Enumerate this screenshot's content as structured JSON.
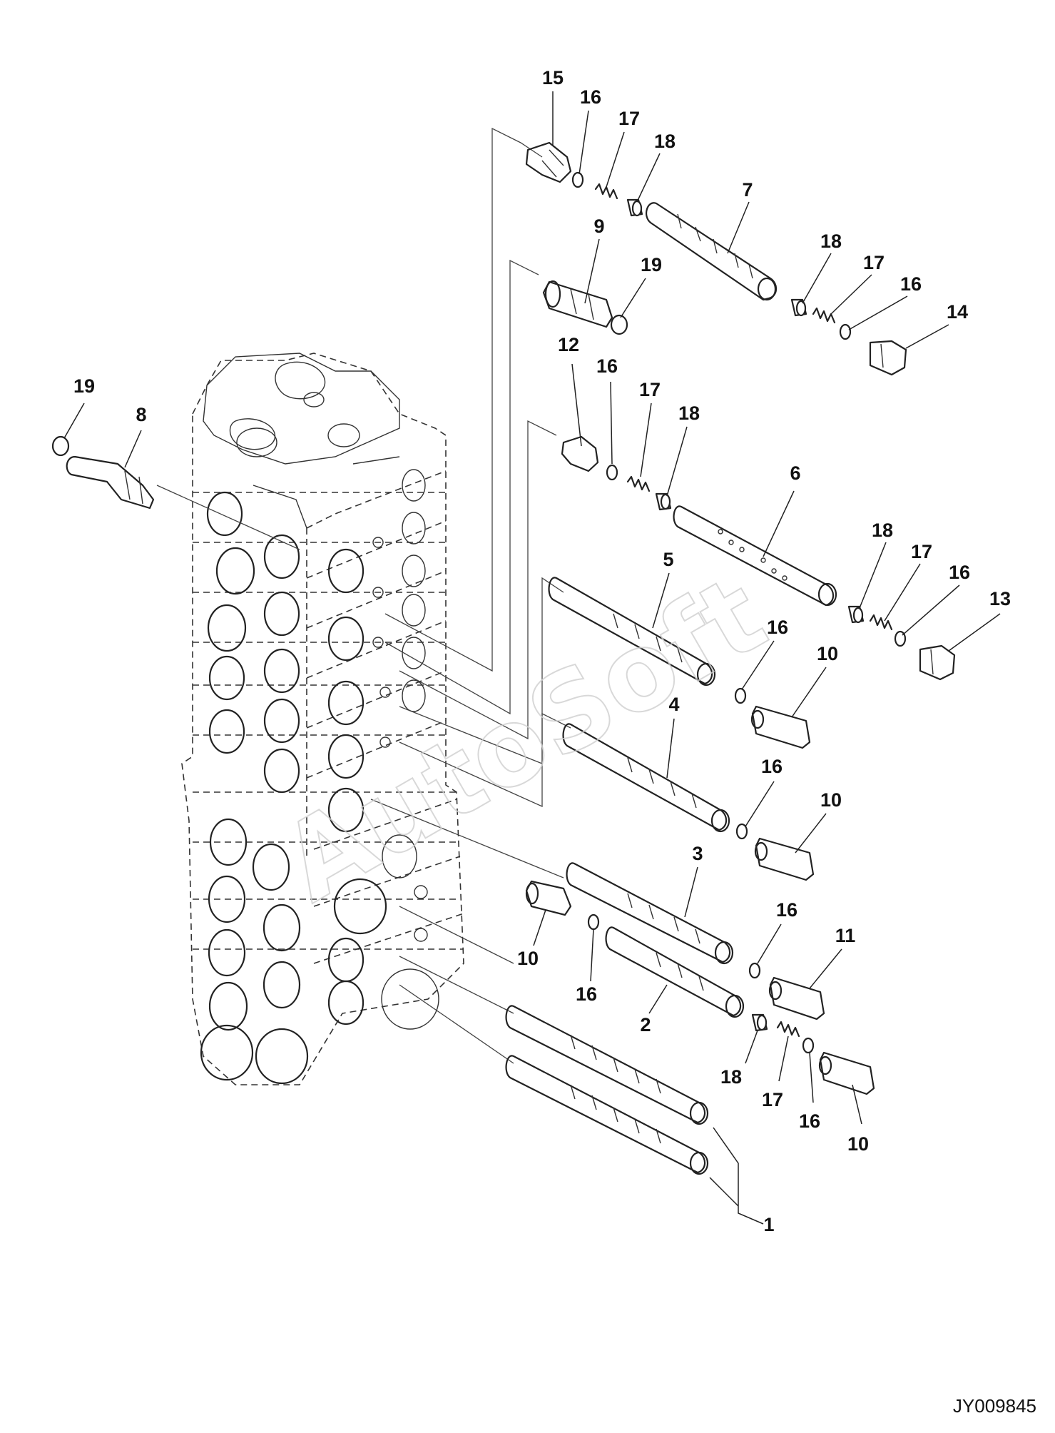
{
  "drawing_code": "JY009845",
  "watermark": "AutoSoft",
  "callouts": [
    {
      "label": "15"
    },
    {
      "label": "16"
    },
    {
      "label": "17"
    },
    {
      "label": "18"
    },
    {
      "label": "7"
    },
    {
      "label": "9"
    },
    {
      "label": "19"
    },
    {
      "label": "18"
    },
    {
      "label": "17"
    },
    {
      "label": "16"
    },
    {
      "label": "14"
    },
    {
      "label": "12"
    },
    {
      "label": "16"
    },
    {
      "label": "17"
    },
    {
      "label": "18"
    },
    {
      "label": "6"
    },
    {
      "label": "19"
    },
    {
      "label": "8"
    },
    {
      "label": "18"
    },
    {
      "label": "17"
    },
    {
      "label": "16"
    },
    {
      "label": "13"
    },
    {
      "label": "5"
    },
    {
      "label": "16"
    },
    {
      "label": "10"
    },
    {
      "label": "4"
    },
    {
      "label": "16"
    },
    {
      "label": "10"
    },
    {
      "label": "3"
    },
    {
      "label": "16"
    },
    {
      "label": "11"
    },
    {
      "label": "10"
    },
    {
      "label": "16"
    },
    {
      "label": "2"
    },
    {
      "label": "18"
    },
    {
      "label": "17"
    },
    {
      "label": "16"
    },
    {
      "label": "10"
    },
    {
      "label": "1"
    }
  ]
}
